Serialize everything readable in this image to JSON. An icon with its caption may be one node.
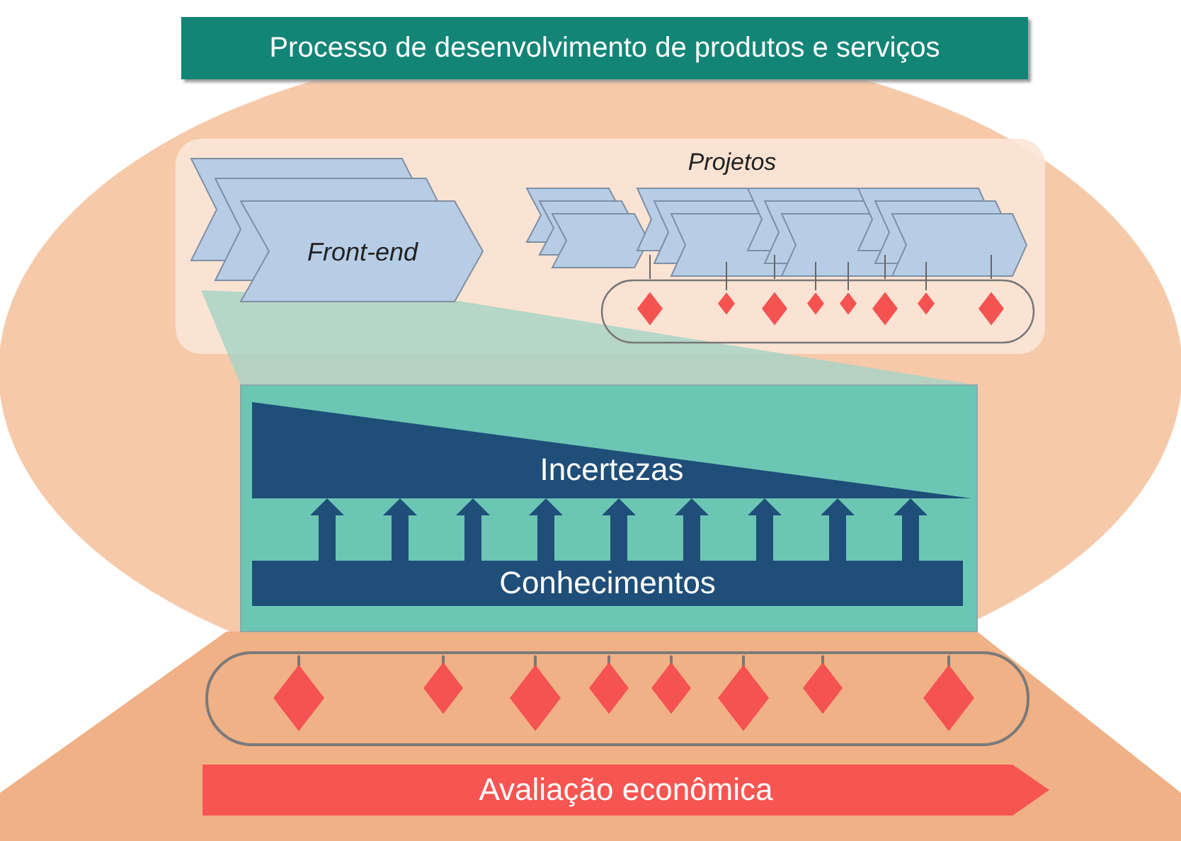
{
  "diagram": {
    "title": "Processo de desenvolvimento de produtos e serviços",
    "nodes": [
      {
        "text": [
          "Front-end"
        ]
      },
      {
        "text": [
          "Incertezas"
        ]
      },
      {
        "text": [
          "Conhecimentos"
        ]
      },
      {
        "text": [
          "Avaliação econômica"
        ]
      }
    ],
    "edges": [
      {
        "from": 2,
        "to": 1,
        "arrow": "to"
      },
      {
        "from": 2,
        "to": 1,
        "arrow": "to"
      },
      {
        "from": 2,
        "to": 1,
        "arrow": "to"
      },
      {
        "from": 2,
        "to": 1,
        "arrow": "to"
      },
      {
        "from": 2,
        "to": 1,
        "arrow": "to"
      },
      {
        "from": 2,
        "to": 1,
        "arrow": "to"
      },
      {
        "from": 2,
        "to": 1,
        "arrow": "to"
      },
      {
        "from": 2,
        "to": 1,
        "arrow": "to"
      },
      {
        "from": 2,
        "to": 1,
        "arrow": "to"
      }
    ],
    "labels": [
      "Projetos"
    ]
  }
}
